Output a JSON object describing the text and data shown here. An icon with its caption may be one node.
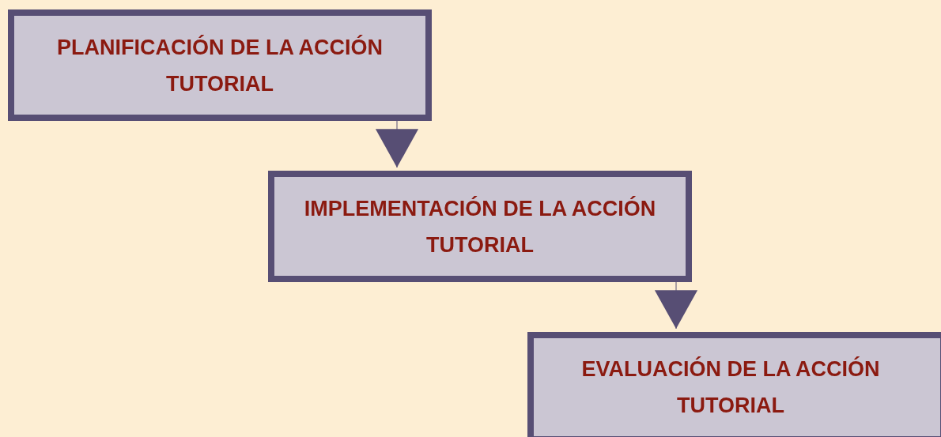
{
  "diagram": {
    "nodes": [
      {
        "text": [
          "PLANIFICACIÓN DE LA ACCIÓN TUTORIAL"
        ]
      },
      {
        "text": [
          "IMPLEMENTACIÓN DE LA ACCIÓN TUTORIAL"
        ]
      },
      {
        "text": [
          "EVALUACIÓN DE LA ACCIÓN TUTORIAL"
        ]
      }
    ],
    "edges": [
      {
        "from": 0,
        "to": 1,
        "arrow": "to"
      },
      {
        "from": 1,
        "to": 2,
        "arrow": "to"
      }
    ]
  }
}
